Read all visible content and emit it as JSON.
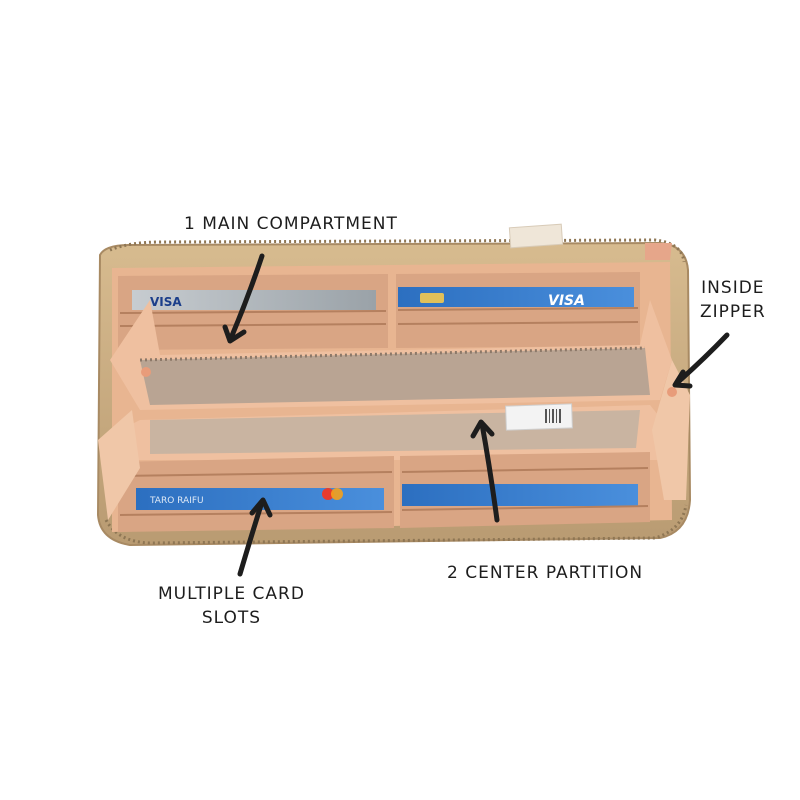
{
  "labels": {
    "main_compartment": "1 MAIN COMPARTMENT",
    "inside_zipper_line1": "INSIDE",
    "inside_zipper_line2": "ZIPPER",
    "card_slots_line1": "MULTIPLE CARD",
    "card_slots_line2": "SLOTS",
    "center_partition": "2 CENTER PARTITION"
  },
  "cards": {
    "card_top_left": "VISA",
    "card_top_right": "VISA",
    "card_bottom_left_name": "TARO RAIFU"
  },
  "colors": {
    "outer_shell": "#c9a97f",
    "interior": "#e9b58f",
    "lining": "#c8b3a1",
    "slot_dark": "#d39c79",
    "arrow": "#1d1d1d"
  }
}
